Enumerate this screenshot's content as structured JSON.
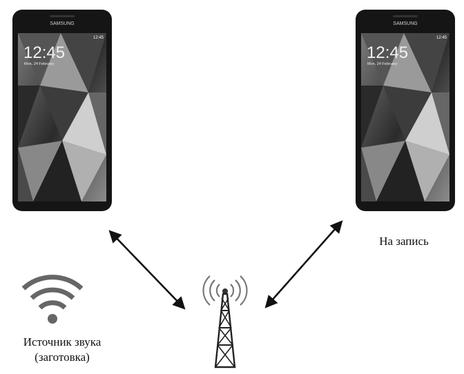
{
  "phone_left": {
    "brand": "SAMSUNG",
    "time": "12:45",
    "date": "Mon, 24 February",
    "status_time": "12:45"
  },
  "phone_right": {
    "brand": "SAMSUNG",
    "time": "12:45",
    "date": "Mon, 24 February",
    "status_time": "12:45"
  },
  "labels": {
    "record": "На запись",
    "source_line1": "Источник звука",
    "source_line2": "(заготовка)"
  },
  "icons": {
    "sound_source": "wifi-signal-icon",
    "tower": "cell-tower-icon",
    "arrows": "double-headed-arrow"
  }
}
